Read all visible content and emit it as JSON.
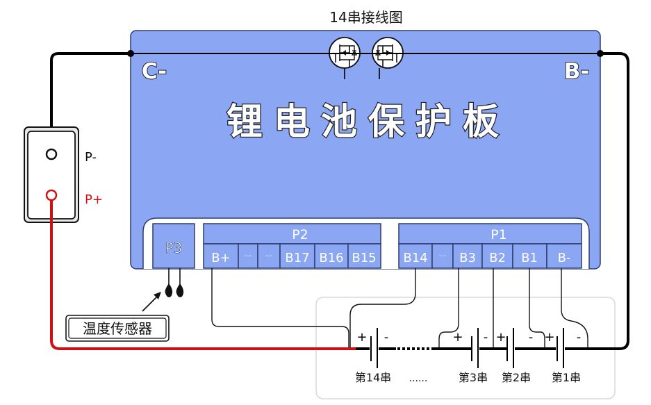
{
  "title": "14串接线图",
  "board": {
    "name": "锂电池保护板",
    "c_minus": "C-",
    "b_minus": "B-",
    "colors": {
      "fill": "#8BA6F2",
      "stroke": "#2E3C6E",
      "wire": "#000000",
      "positive_wire": "#D01010"
    }
  },
  "output": {
    "p_minus": "P-",
    "p_plus": "P+"
  },
  "ports": {
    "p3": {
      "label": "P3"
    },
    "p2": {
      "label": "P2",
      "pins": [
        "B+",
        "···",
        "···",
        "B17",
        "B16",
        "B15"
      ]
    },
    "p1": {
      "label": "P1",
      "pins": [
        "B14",
        "···",
        "B3",
        "B2",
        "B1",
        "B-"
      ]
    }
  },
  "temp_sensor": "温度传感器",
  "cells": {
    "plus": "+",
    "minus": "-",
    "c14": "第14串",
    "dots": "......",
    "c3": "第3串",
    "c2": "第2串",
    "c1": "第1串"
  }
}
